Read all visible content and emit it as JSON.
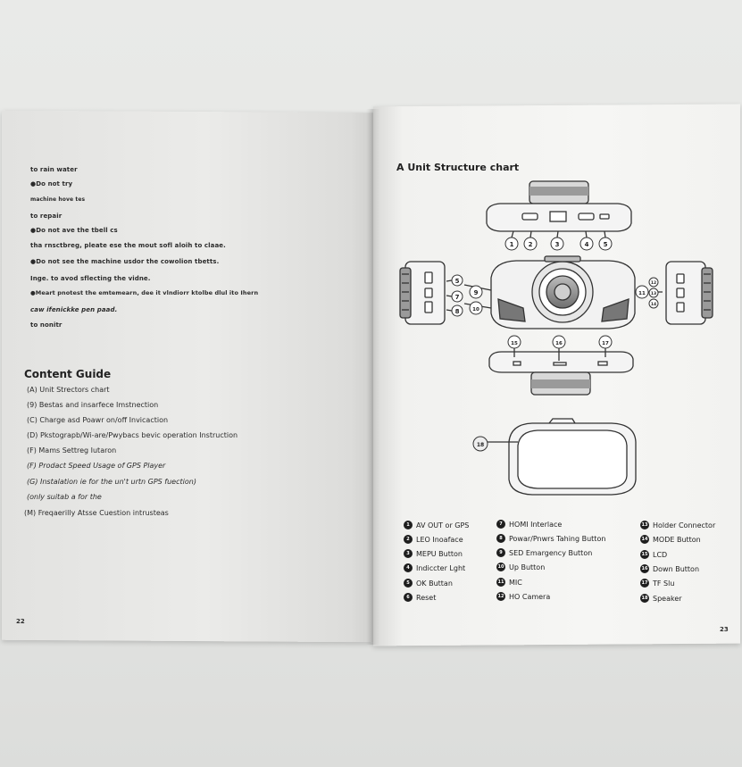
{
  "left_page": {
    "lines": [
      "to rain water",
      "●Do not try",
      "machine hove tes",
      "to repair",
      "●Do not ave the tbell cs",
      "tha rnsctbreg, pleate ese the mout sofl aloih to claae.",
      "●Do not see the machine usdor the cowolion tbetts.",
      "Inge. to avod sflecting the vidne.",
      "●Meart pnotest the emtemearn, dee it vlndiorr ktolbe dlul ito Ihern",
      "caw ifenickke pen paad.",
      "to nonitr"
    ],
    "content_title": "Content Guide",
    "toc": [
      "(A)  Unit Strectors chart",
      "(9)  Bestas and insarfece Imstnection",
      "(C)  Charge asd Poawr on/off Invicaction",
      "(D)  Pkstograpb/Wi-are/Pwybacs bevic operation Instruction",
      "(F)  Mams Settreg Iutaron",
      "(F)  Prodact Speed Usage of GPS Player",
      "(G)  Instalation ie for the un't urtn GPS fuection)",
      "       (only suitab a for the",
      "(M)  Freqaerilly Atsse Cuestion intrusteas"
    ],
    "page_number": "22"
  },
  "right_page": {
    "title": "A  Unit Structure chart",
    "callouts": {
      "top": [
        "1",
        "2",
        "3",
        "4",
        "5"
      ],
      "left": [
        "5",
        "7",
        "8"
      ],
      "mid": [
        "9",
        "10"
      ],
      "right": [
        "11",
        "12",
        "13",
        "14"
      ],
      "bottom": [
        "15",
        "16",
        "17"
      ],
      "screen": "18"
    },
    "legend_col1": [
      {
        "n": "1",
        "label": "AV OUT or GPS"
      },
      {
        "n": "2",
        "label": "LEO Inoaface"
      },
      {
        "n": "3",
        "label": "MEPU Button"
      },
      {
        "n": "4",
        "label": "Indiccter Lght"
      },
      {
        "n": "5",
        "label": "OK Buttan"
      },
      {
        "n": "6",
        "label": "Reset"
      }
    ],
    "legend_col2": [
      {
        "n": "7",
        "label": "HOMI Interlace"
      },
      {
        "n": "8",
        "label": "Powar/Pnwrs Tahing Button"
      },
      {
        "n": "9",
        "label": "SED Emargency Button"
      },
      {
        "n": "10",
        "label": "Up Button"
      },
      {
        "n": "11",
        "label": "MIC"
      },
      {
        "n": "12",
        "label": "HO Camera"
      }
    ],
    "legend_col3": [
      {
        "n": "13",
        "label": "Holder Connector"
      },
      {
        "n": "14",
        "label": "MODE Button"
      },
      {
        "n": "15",
        "label": "LCD"
      },
      {
        "n": "16",
        "label": "Down Button"
      },
      {
        "n": "17",
        "label": "TF Slu"
      },
      {
        "n": "18",
        "label": "Speaker"
      }
    ],
    "page_number": "23"
  }
}
